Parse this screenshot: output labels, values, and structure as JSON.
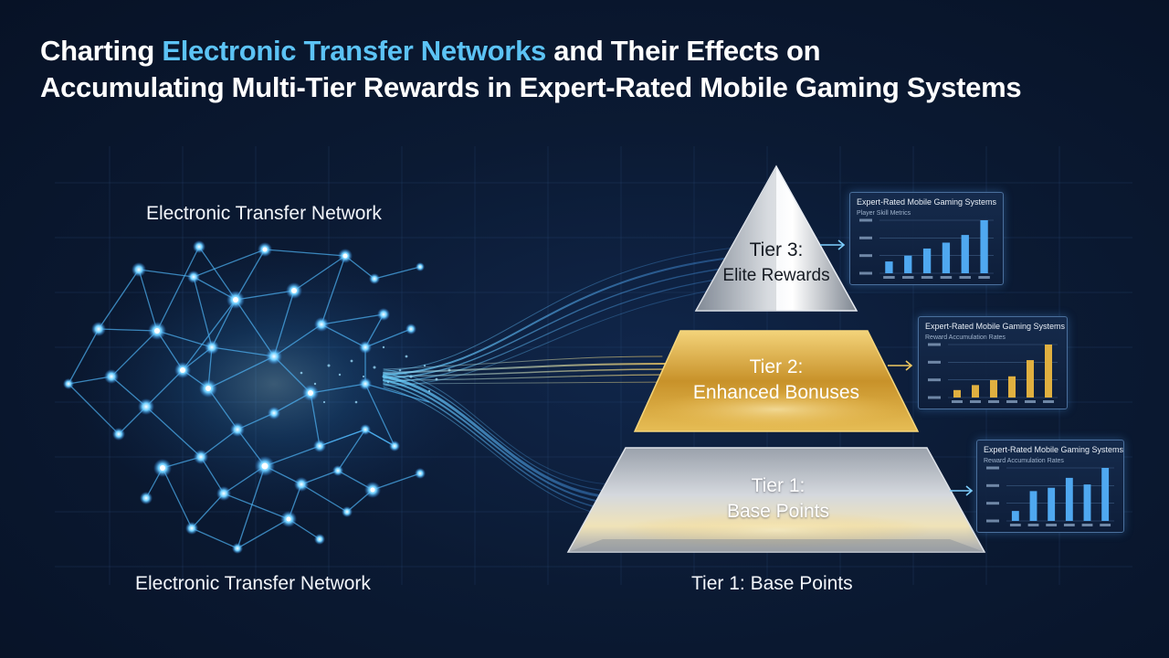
{
  "title": {
    "part1": "Charting ",
    "highlight": "Electronic Transfer Networks",
    "part2": " and Their Effects on",
    "line2": "Accumulating Multi-Tier Rewards in Expert-Rated Mobile Gaming Systems"
  },
  "labels": {
    "network_top": "Electronic Transfer Network",
    "network_bottom": "Electronic Transfer Network",
    "pyramid_bottom": "Tier 1: Base Points"
  },
  "tiers": [
    {
      "line1": "Tier 3:",
      "line2": "Elite Rewards"
    },
    {
      "line1": "Tier 2:",
      "line2": "Enhanced Bonuses"
    },
    {
      "line1": "Tier 1:",
      "line2": "Base Points"
    }
  ],
  "panels": [
    {
      "title": "Expert-Rated Mobile Gaming Systems",
      "subtitle": "Player Skill Metrics",
      "color": "#4fa8f0",
      "values": [
        2,
        3,
        4.2,
        5.2,
        6.5,
        9.0
      ]
    },
    {
      "title": "Expert-Rated Mobile Gaming Systems",
      "subtitle": "Reward Accumulation Rates",
      "color": "#e0b040",
      "values": [
        1.2,
        2.0,
        2.8,
        3.4,
        6.0,
        8.5
      ]
    },
    {
      "title": "Expert-Rated Mobile Gaming Systems",
      "subtitle": "Reward Accumulation Rates",
      "color": "#4fa8f0",
      "values": [
        1.5,
        4.5,
        5.0,
        6.5,
        5.5,
        8.0
      ]
    }
  ],
  "colors": {
    "accent_blue": "#5cc3f5",
    "gold": "#d6a83a",
    "silver": "#c9ced6"
  }
}
